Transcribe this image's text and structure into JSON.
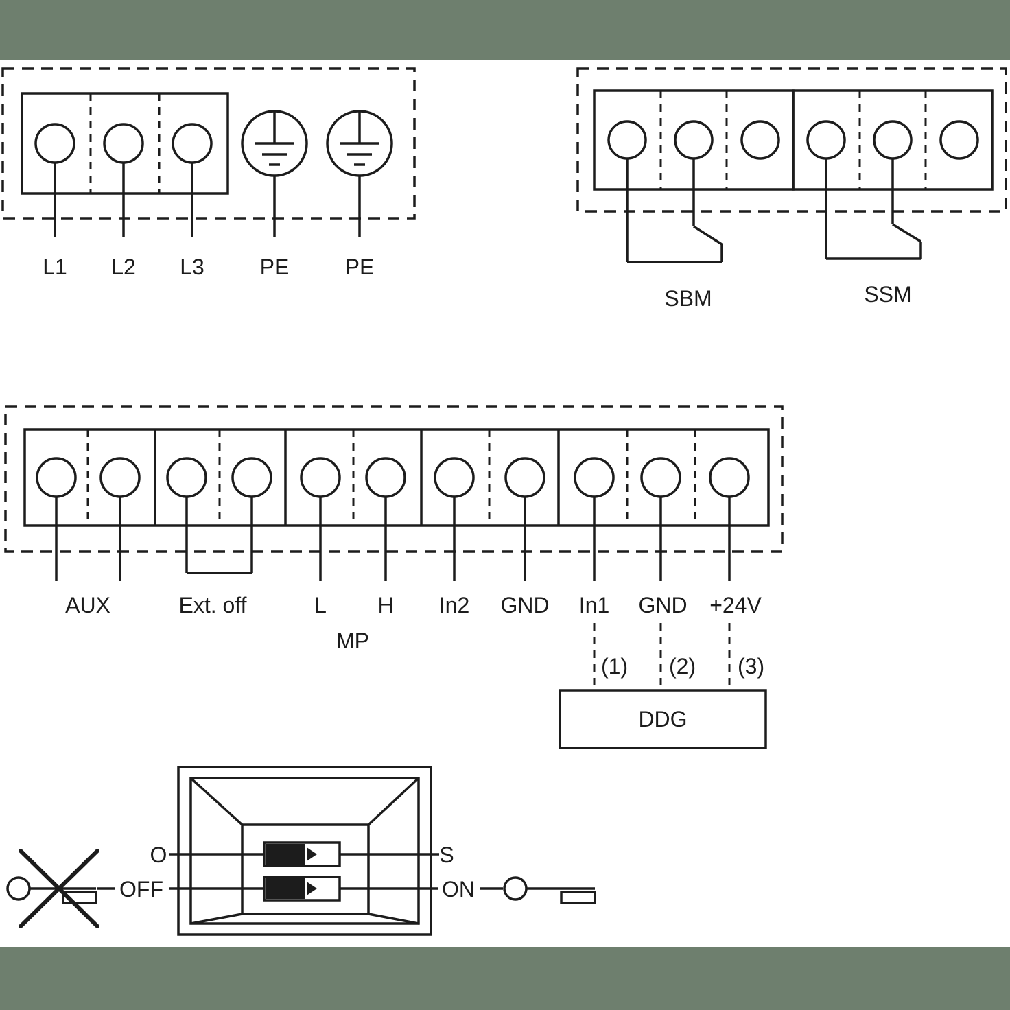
{
  "colors": {
    "background": "#6e7f6e",
    "paper": "#ffffff",
    "ink": "#1c1c1c"
  },
  "mains_block": {
    "phase_terminals": [
      "L1",
      "L2",
      "L3"
    ],
    "earth_terminals": [
      "PE",
      "PE"
    ]
  },
  "relay_block": {
    "sbm_label": "SBM",
    "ssm_label": "SSM"
  },
  "control_block": {
    "labels": {
      "aux": "AUX",
      "ext_off": "Ext. off",
      "l": "L",
      "h": "H",
      "in2": "In2",
      "gnd1": "GND",
      "in1": "In1",
      "gnd2": "GND",
      "v24": "+24V",
      "mp": "MP"
    },
    "sensor": {
      "label": "DDG",
      "pins": [
        "(1)",
        "(2)",
        "(3)"
      ]
    }
  },
  "dip_block": {
    "row1_left": "O",
    "row1_right": "S",
    "row2_left": "OFF",
    "row2_right": "ON"
  }
}
